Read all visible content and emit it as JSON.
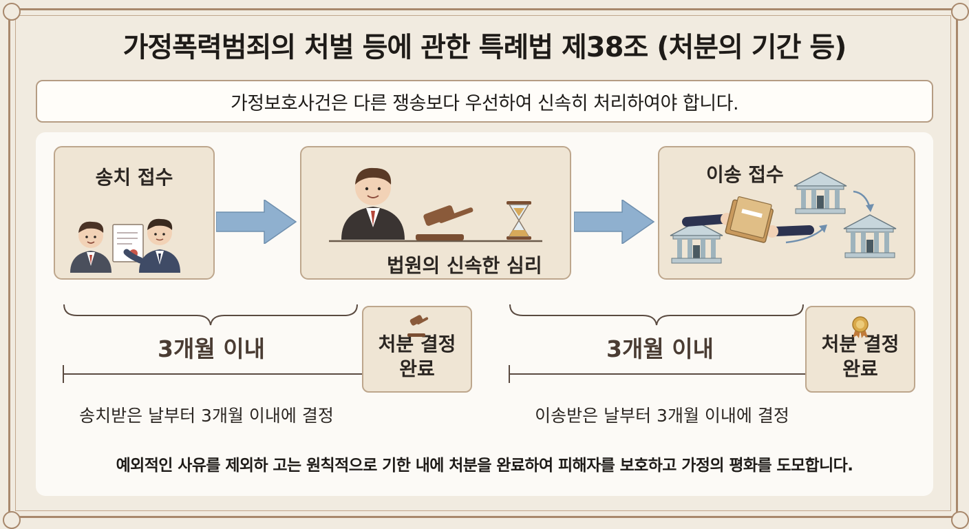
{
  "title": "가정폭력범죄의 처벌 등에 관한 특례법 제38조 (처분의 기간 등)",
  "subtitle": "가정보호사건은 다른 쟁송보다 우선하여 신속히 처리하여야 합니다.",
  "steps": [
    {
      "label": "송치 접수",
      "icon": "handover-document-illustration"
    },
    {
      "label": "법원의 신속한 심리",
      "icon": "judge-gavel-hourglass-illustration"
    },
    {
      "label": "이송 접수",
      "icon": "case-transfer-courts-illustration"
    }
  ],
  "timelines": [
    {
      "period": "3개월 이내",
      "decision_line1": "처분 결정",
      "decision_line2": "완료",
      "note": "송치받은 날부터 3개월 이내에 결정",
      "icon": "gavel-icon"
    },
    {
      "period": "3개월 이내",
      "decision_line1": "처분 결정",
      "decision_line2": "완료",
      "note": "이송받은 날부터 3개월 이내에 결정",
      "icon": "seal-ribbon-icon"
    }
  ],
  "footer": "예외적인 사유를 제외하 고는 원칙적으로 기한 내에 처분을 완료하여 피해자를 보호하고 가정의 평화를 도모합니다.",
  "colors": {
    "accent_arrow": "#8fb0cf",
    "card_bg": "#efe5d4",
    "card_border": "#bda68c",
    "frame": "#a8886c"
  }
}
